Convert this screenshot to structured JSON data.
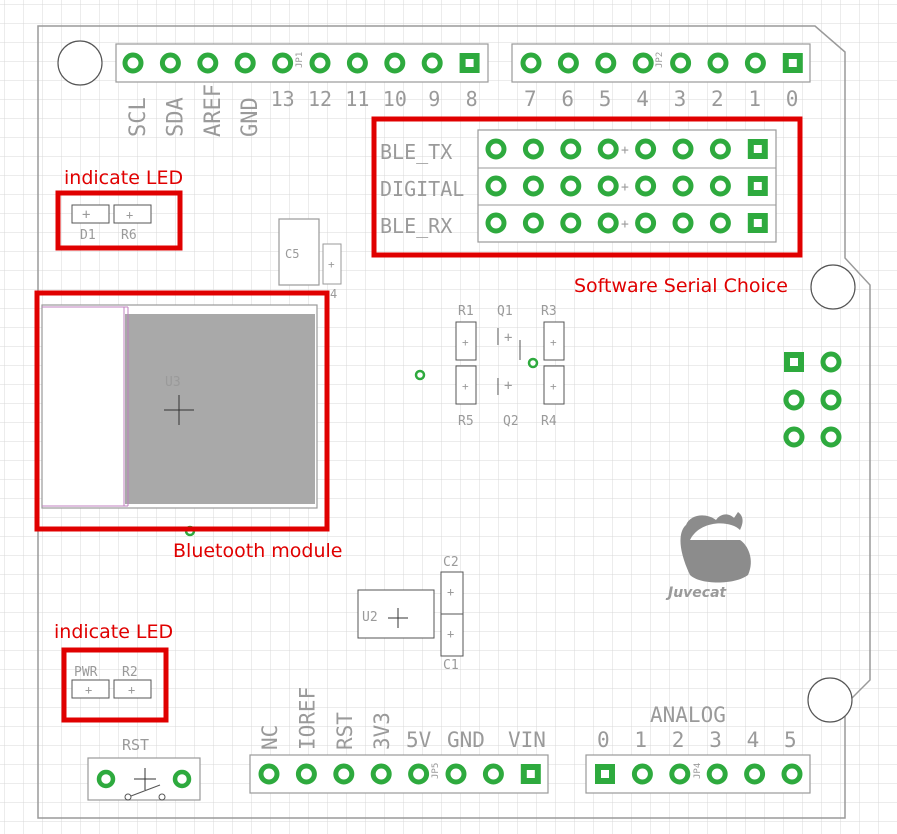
{
  "colors": {
    "grid": "#d9d9d9",
    "silkscreen": "#9a9a9a",
    "pad": "#2eaa3e",
    "highlight": "#e00000",
    "module_fill": "#a9a9a9"
  },
  "headers": {
    "jp1": {
      "ref": "JP1",
      "labels": [
        "SCL",
        "SDA",
        "AREF",
        "GND",
        "13",
        "12",
        "11",
        "10",
        "9",
        "8"
      ]
    },
    "jp2": {
      "ref": "JP2",
      "labels": [
        "7",
        "6",
        "5",
        "4",
        "3",
        "2",
        "1",
        "0"
      ]
    },
    "jp5": {
      "ref": "JP5",
      "labels": [
        "NC",
        "IOREF",
        "RST",
        "3V3",
        "5V",
        "GND",
        "VIN"
      ]
    },
    "jp4": {
      "ref": "JP4",
      "title": "ANALOG",
      "labels": [
        "0",
        "1",
        "2",
        "3",
        "4",
        "5"
      ]
    }
  },
  "serial_block": {
    "rows": [
      "BLE_TX",
      "DIGITAL",
      "BLE_RX"
    ]
  },
  "components": {
    "d1": "D1",
    "r6": "R6",
    "pwr": "PWR",
    "r2": "R2",
    "u3": "U3",
    "u2": "U2",
    "c2": "C2",
    "c1": "C1",
    "r1": "R1",
    "q1": "Q1",
    "r3": "R3",
    "r5": "R5",
    "q2": "Q2",
    "r4": "R4",
    "c5": "C5",
    "c4": "4",
    "rst": "RST",
    "logo": "Juvecat"
  },
  "annotations": {
    "led_top": "indicate LED",
    "led_bottom": "indicate LED",
    "serial": "Software Serial Choice",
    "bluetooth": "Bluetooth module"
  }
}
